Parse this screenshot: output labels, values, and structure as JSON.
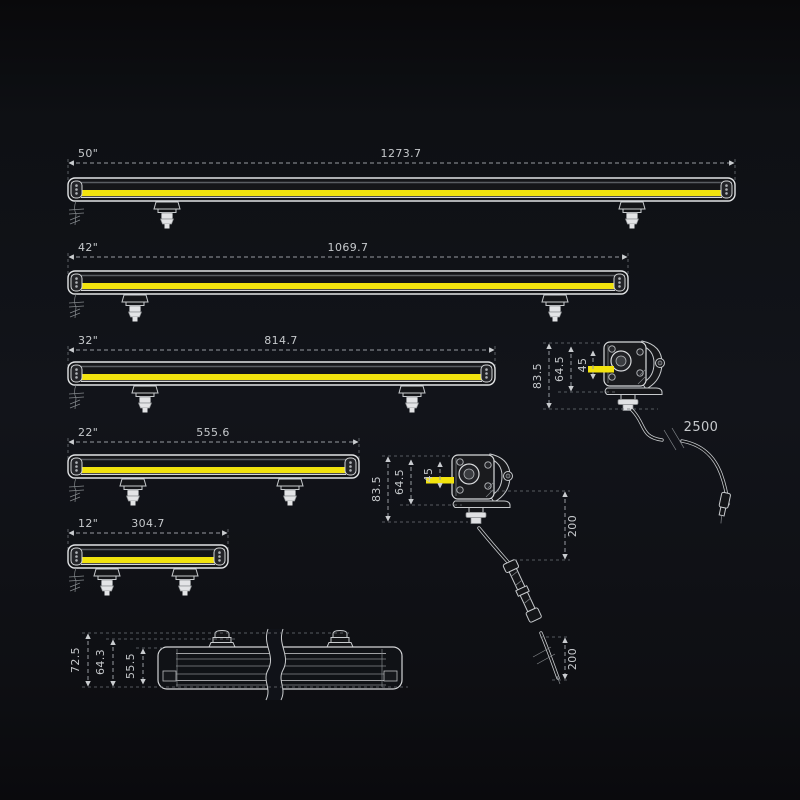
{
  "bars": [
    {
      "size_label": "50\"",
      "length_mm": "1273.7"
    },
    {
      "size_label": "42\"",
      "length_mm": "1069.7"
    },
    {
      "size_label": "32\"",
      "length_mm": "814.7"
    },
    {
      "size_label": "22\"",
      "length_mm": "555.6"
    },
    {
      "size_label": "12\"",
      "length_mm": "304.7"
    }
  ],
  "side_view_cable": {
    "overall_height": "83.5",
    "body_height": "64.5",
    "lens_height": "45",
    "cable_length": "2500"
  },
  "side_view_connector": {
    "overall_height": "83.5",
    "body_height": "64.5",
    "lens_height": "45",
    "wire_segment_1": "200",
    "wire_segment_2": "200"
  },
  "rear_view": {
    "overall_height": "72.5",
    "mid_height": "64.3",
    "body_height": "55.5"
  },
  "colors": {
    "lens_yellow": "#f2e30e",
    "line": "#d6d8da",
    "dim_text": "#c6c9cc",
    "background": "#101218"
  }
}
